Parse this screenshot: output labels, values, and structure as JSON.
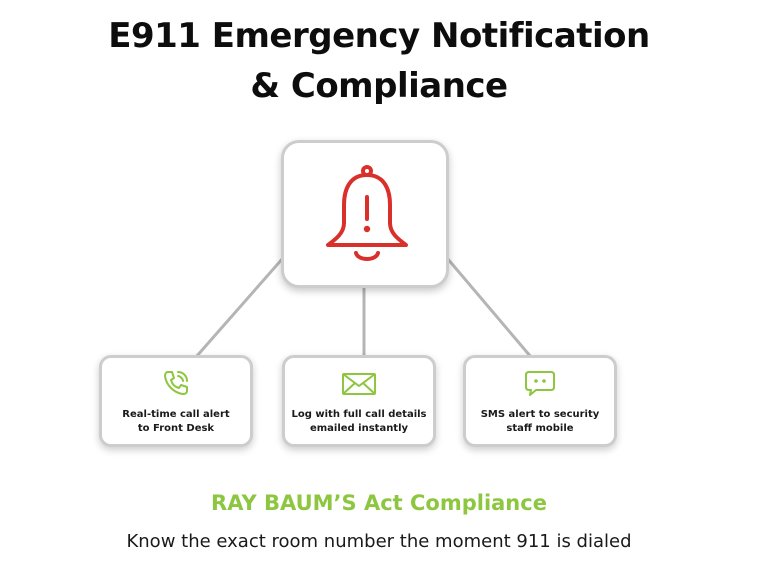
{
  "title": {
    "line1": "E911 Emergency Notification",
    "line2": "& Compliance"
  },
  "hub": {
    "icon": "alarm-bell-icon",
    "icon_color": "#d9302c"
  },
  "cards": [
    {
      "icon": "phone-ringing-icon",
      "line1": "Real-time call alert",
      "line2": "to Front Desk"
    },
    {
      "icon": "envelope-icon",
      "line1": "Log with full call details",
      "line2": "emailed instantly"
    },
    {
      "icon": "chat-bubble-icon",
      "line1": "SMS alert to security",
      "line2": "staff mobile"
    }
  ],
  "colors": {
    "accent_green": "#8dc63f",
    "alert_red": "#d9302c",
    "border_gray": "#cdcdcd"
  },
  "compliance": {
    "heading": "RAY BAUM’S Act Compliance",
    "tagline": "Know the exact room number the moment 911 is dialed"
  }
}
